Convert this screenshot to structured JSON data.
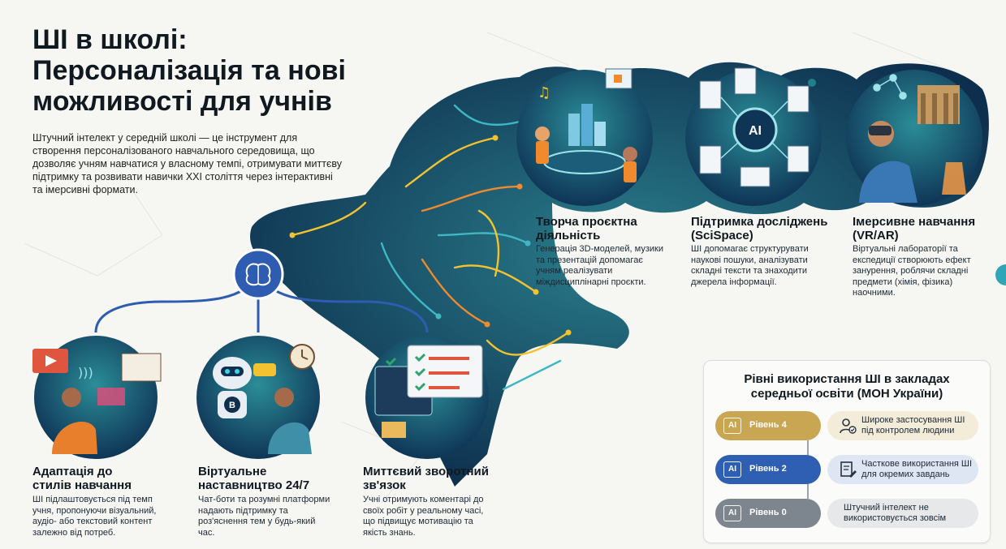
{
  "title": {
    "line1": "ШІ в школі:",
    "line2": "Персоналізація та нові",
    "line3": "можливості для учнів"
  },
  "intro": "Штучний інтелект у середній школі — це інструмент для створення персоналізованого навчального середовища, що дозволяє учням навчатися у власному темпі, отримувати миттєву підтримку та розвивати навички XXI століття через інтерактивні та імерсивні формати.",
  "cards": {
    "adaptation": {
      "title": "Адаптація до стилів навчання",
      "desc": "ШІ підлаштовується під темп учня, пропонуючи візуальний, аудіо- або текстовий контент залежно від потреб."
    },
    "mentoring": {
      "title": "Віртуальне наставництво 24/7",
      "desc": "Чат-боти та розумні платформи надають підтримку та роз'яснення тем у будь-який час."
    },
    "feedback": {
      "title": "Миттєвий зворотний зв'язок",
      "desc": "Учні отримують коментарі до своїх робіт у реальному часі, що підвищує мотивацію та якість знань."
    },
    "creative": {
      "title": "Творча проєктна діяльність",
      "desc": "Генерація 3D-моделей, музики та презентацій допомагає учням реалізувати міждисциплінарні проєкти."
    },
    "research": {
      "title": "Підтримка досліджень (SciSpace)",
      "desc": "ШІ допомагає структурувати наукові пошуки, аналізувати складні тексти та знаходити джерела інформації."
    },
    "immersive": {
      "title": "Імерсивне навчання (VR/AR)",
      "desc": "Віртуальні лабораторії та експедиції створюють ефект занурення, роблячи складні предмети (хімія, фізика) наочними."
    }
  },
  "levels": {
    "title": "Рівні використання ШІ в закладах середньої освіти (МОН України)",
    "chip_label": "AI",
    "items": [
      {
        "label": "Рівень 4",
        "desc": "Широке застосування ШІ під контролем людини",
        "color": "#c9a752",
        "bg": "#f3ecd9"
      },
      {
        "label": "Рівень 2",
        "desc": "Часткове використання ШІ для окремих завдань",
        "color": "#2f5fb3",
        "bg": "#dfe6f3"
      },
      {
        "label": "Рівень 0",
        "desc": "Штучний інтелект не використовується зовсім",
        "color": "#7d858e",
        "bg": "#e6e8ea"
      }
    ]
  },
  "icons": {
    "hub": "brain-icon",
    "level4": "person-check-icon",
    "level2": "document-edit-icon",
    "level0": "block-icon"
  },
  "colors": {
    "navy": "#0f2f4f",
    "teal": "#1f7f8a",
    "accent_orange": "#f08a2c",
    "accent_yellow": "#f2c230",
    "connector_blue": "#2d5cb0"
  }
}
